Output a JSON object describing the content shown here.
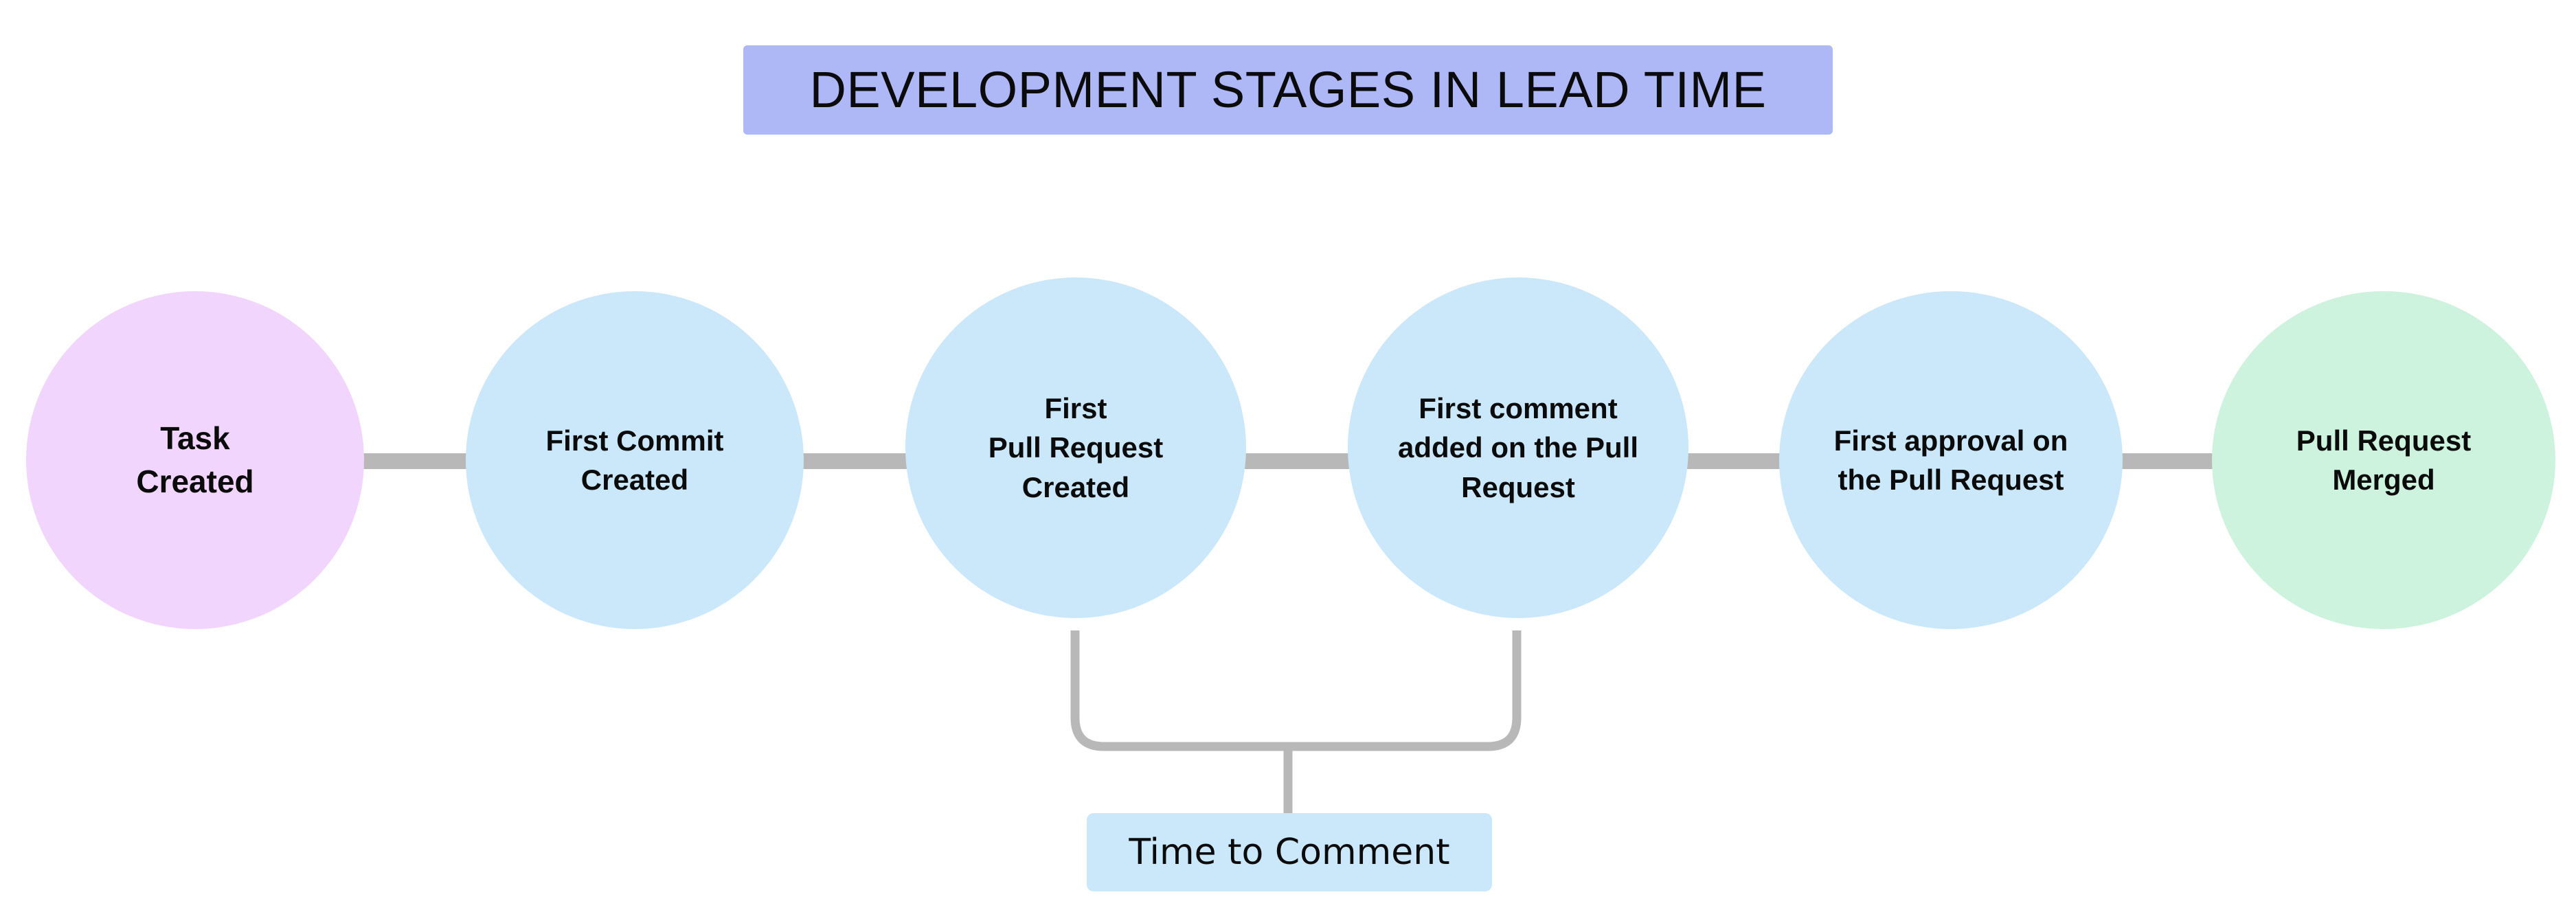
{
  "diagram": {
    "title": "DEVELOPMENT STAGES IN LEAD TIME",
    "title_bg_color": "#aeb8f7",
    "background_color": "#ffffff",
    "connector_color": "#b8b8b8",
    "stages": [
      {
        "id": "task-created",
        "label": "Task\nCreated",
        "fill_color": "#f2d5fd",
        "order": 1
      },
      {
        "id": "first-commit-created",
        "label": "First Commit\nCreated",
        "fill_color": "#cbe8fb",
        "order": 2
      },
      {
        "id": "first-pull-request-created",
        "label": "First\nPull Request\nCreated",
        "fill_color": "#cbe8fb",
        "order": 3
      },
      {
        "id": "first-comment-added-on-the-pull-request",
        "label": "First comment\nadded on the Pull\nRequest",
        "fill_color": "#cbe8fb",
        "order": 4
      },
      {
        "id": "first-approval-on-the-pull-request",
        "label": "First approval on\nthe Pull Request",
        "fill_color": "#cbe8fb",
        "order": 5
      },
      {
        "id": "pull-request-merged",
        "label": "Pull Request\nMerged",
        "fill_color": "#cdf2dd",
        "order": 6
      }
    ],
    "annotations": [
      {
        "id": "time-to-comment",
        "label": "Time to Comment",
        "fill_color": "#cbe8fb",
        "spans_from": "first-pull-request-created",
        "spans_to": "first-comment-added-on-the-pull-request"
      }
    ]
  }
}
